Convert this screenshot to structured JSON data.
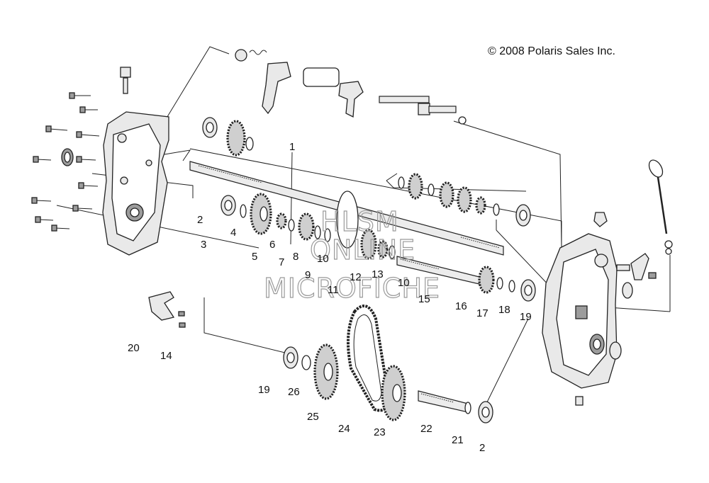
{
  "copyright": "© 2008 Polaris Sales Inc.",
  "watermark": {
    "line1": "HLSM",
    "line2": "ONLINE",
    "line3": "MICROFICHE"
  },
  "callouts": [
    "1",
    "2",
    "3",
    "4",
    "5",
    "6",
    "7",
    "8",
    "9",
    "10",
    "11",
    "12",
    "13",
    "10",
    "15",
    "16",
    "17",
    "18",
    "19",
    "20",
    "14",
    "19",
    "26",
    "25",
    "24",
    "23",
    "22",
    "21",
    "2"
  ]
}
